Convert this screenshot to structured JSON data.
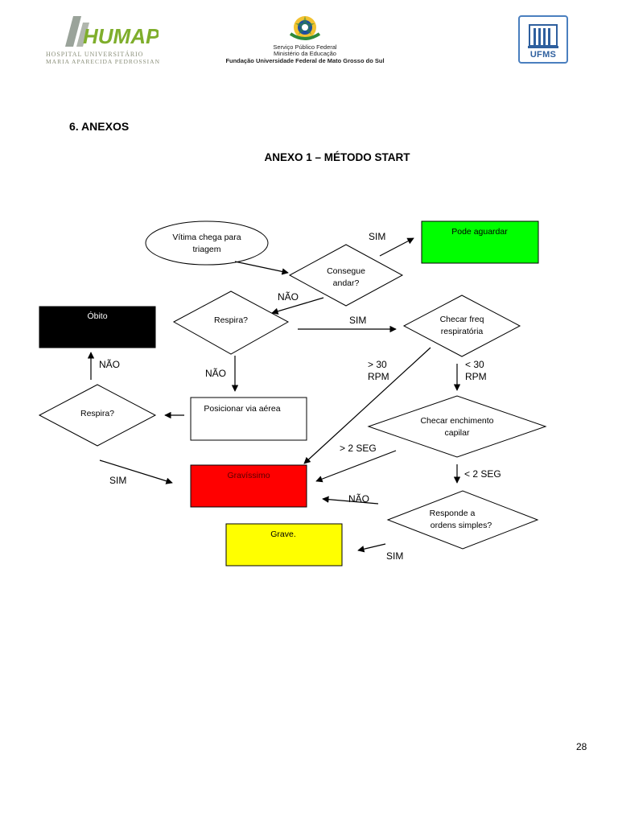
{
  "header": {
    "hospital": {
      "logo_text": "HUMAP",
      "line1": "HOSPITAL UNIVERSITÁRIO",
      "line2": "MARIA APARECIDA PEDROSSIAN"
    },
    "government": {
      "line1": "Serviço Público Federal",
      "line2": "Ministério da Educação",
      "line3": "Fundação Universidade Federal de Mato Grosso do Sul"
    },
    "university": {
      "logo_text": "UFMS"
    },
    "colors": {
      "hospital_green": "#7fae2c",
      "ufms_blue": "#2e5f9e"
    }
  },
  "section_title": "6.  ANEXOS",
  "annex_title": "ANEXO 1 – MÉTODO START",
  "flowchart": {
    "nodes": {
      "start": {
        "line1": "Vítima chega para",
        "line2": "triagem"
      },
      "walk_q": {
        "line1": "Consegue",
        "line2": "andar?"
      },
      "wait": {
        "label": "Pode aguardar",
        "color": "#00ff00"
      },
      "breath_q": {
        "label": "Respira?"
      },
      "resp_rate_q": {
        "line1": "Checar freq",
        "line2": "respiratória"
      },
      "death": {
        "label": "Óbito",
        "color": "#000000"
      },
      "airway": {
        "label": "Posicionar via aérea"
      },
      "breath_q2": {
        "label": "Respira?"
      },
      "cap_refill_q": {
        "line1": "Checar enchimento",
        "line2": "capilar"
      },
      "critical": {
        "label": "Gravíssimo",
        "color": "#ff0000"
      },
      "commands_q": {
        "line1": "Responde a",
        "line2": "ordens simples?"
      },
      "severe": {
        "label": "Grave.",
        "color": "#ffff00"
      }
    },
    "edge_labels": {
      "walk_yes": "SIM",
      "walk_no": "NÃO",
      "breath_yes": "SIM",
      "breath_no": "NÃO",
      "breath2_no": "NÃO",
      "breath2_yes": "SIM",
      "rate_high_1": "> 30",
      "rate_high_2": "RPM",
      "rate_low_1": "< 30",
      "rate_low_2": "RPM",
      "cap_high": "> 2 SEG",
      "cap_low": "< 2 SEG",
      "commands_no": "NÃO",
      "commands_yes": "SIM"
    }
  },
  "page_number": "28"
}
